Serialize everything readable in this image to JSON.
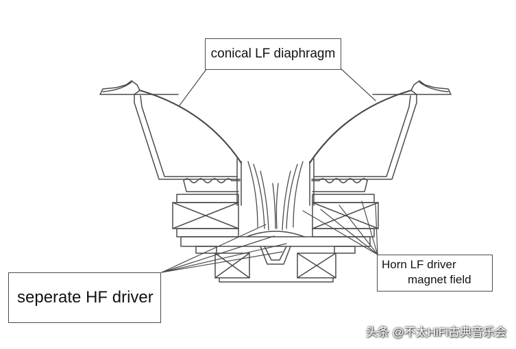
{
  "labels": {
    "conical": "conical LF diaphragm",
    "hf_driver": "seperate HF driver",
    "horn_line1": "Horn LF driver",
    "horn_line2": "magnet field"
  },
  "watermark": "头条 @不太HiFi古典音乐会",
  "colors": {
    "line": "#4a4a4a",
    "background": "#ffffff"
  }
}
